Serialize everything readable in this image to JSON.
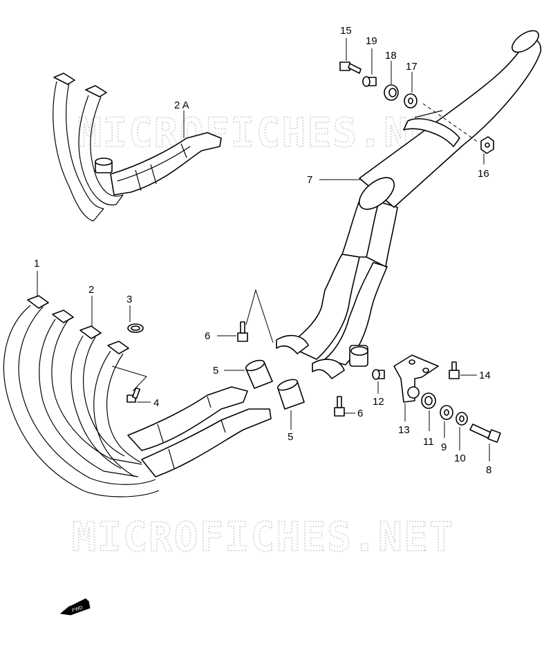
{
  "watermark": "MICROFICHES.NET",
  "fwd_label": "FWD",
  "callouts": {
    "p1": "1",
    "p2": "2",
    "p2a": "2 A",
    "p3": "3",
    "p4": "4",
    "p5a": "5",
    "p5b": "5",
    "p6a": "6",
    "p6b": "6",
    "p7": "7",
    "p8": "8",
    "p9": "9",
    "p10": "10",
    "p11": "11",
    "p12": "12",
    "p13": "13",
    "p14": "14",
    "p15": "15",
    "p16": "16",
    "p17": "17",
    "p18": "18",
    "p19": "19"
  }
}
